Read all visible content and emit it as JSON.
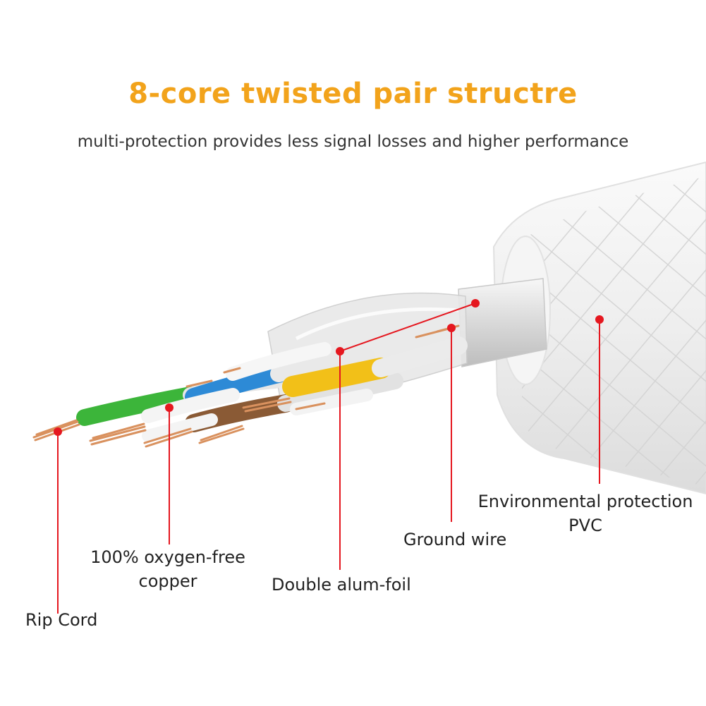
{
  "title": "8-core twisted pair structre",
  "subtitle": "multi-protection provides less signal losses and higher performance",
  "labels": {
    "environmental_line1": "Environmental protection",
    "environmental_line2": "PVC",
    "ground_wire": "Ground wire",
    "double_foil": "Double alum-foil",
    "copper_line1": "100% oxygen-free",
    "copper_line2": "copper",
    "rip_cord": "Rip Cord"
  },
  "colors": {
    "title": "#f2a31b",
    "callout": "#e5171f",
    "wire_green": "#3cb53a",
    "wire_blue": "#2d8ad6",
    "wire_brown": "#8a5a35",
    "wire_yellow": "#f2c018",
    "copper": "#d9915e",
    "jacket": "#f1f1f1",
    "foil": "#d8d8d8"
  }
}
